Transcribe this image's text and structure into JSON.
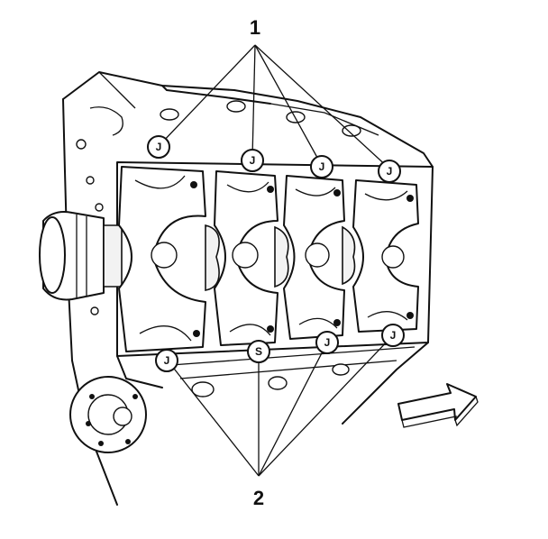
{
  "diagram": {
    "callouts": [
      {
        "label": "1",
        "tags": [
          "J",
          "J",
          "J",
          "J"
        ]
      },
      {
        "label": "2",
        "tags": [
          "J",
          "S",
          "J",
          "J"
        ]
      }
    ]
  }
}
